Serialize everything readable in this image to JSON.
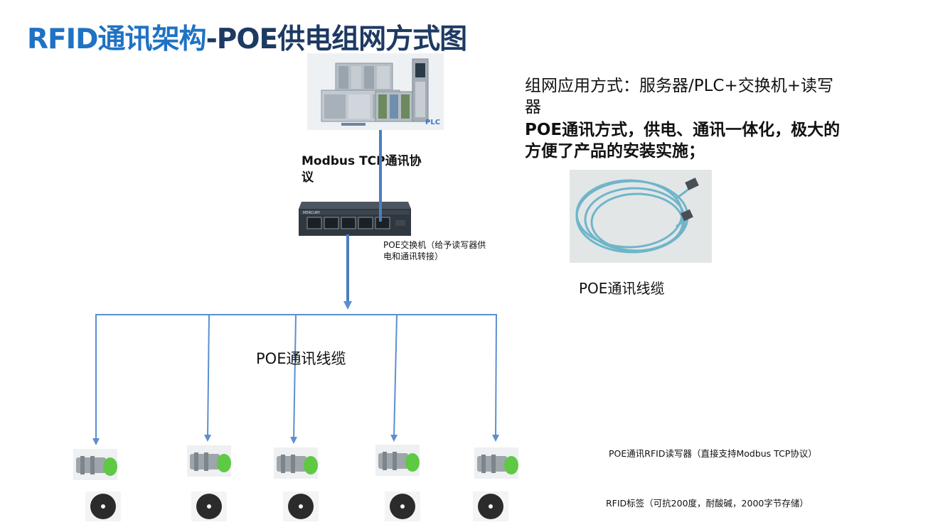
{
  "title": {
    "part1": "RFID通讯架构",
    "part2": "-POE供电组网方式图"
  },
  "plc": {
    "label": "PLC"
  },
  "switch_brand": "MERCURY",
  "modbus_label": "Modbus TCP通讯协议",
  "switch_caption": "POE交换机（给予读写器供电和通讯转接）",
  "info": {
    "line1": "组网应用方式：服务器/PLC+交换机+读写器",
    "line2": "POE通讯方式，供电、通讯一体化，极大的方便了产品的安装实施；"
  },
  "cable_caption": "POE通讯线缆",
  "bus_caption": "POE通讯线缆",
  "reader_caption": "POE通讯RFID读写器（直接支持Modbus TCP协议）",
  "tag_caption": "RFID标签（可抗200度，耐酸碱，2000字节存储）",
  "colors": {
    "title_blue": "#1f72c4",
    "title_dark": "#1d3a63",
    "line_blue": "#5b8fd0",
    "reader_green": "#5ec944",
    "cable_teal": "#6fb5c9"
  }
}
